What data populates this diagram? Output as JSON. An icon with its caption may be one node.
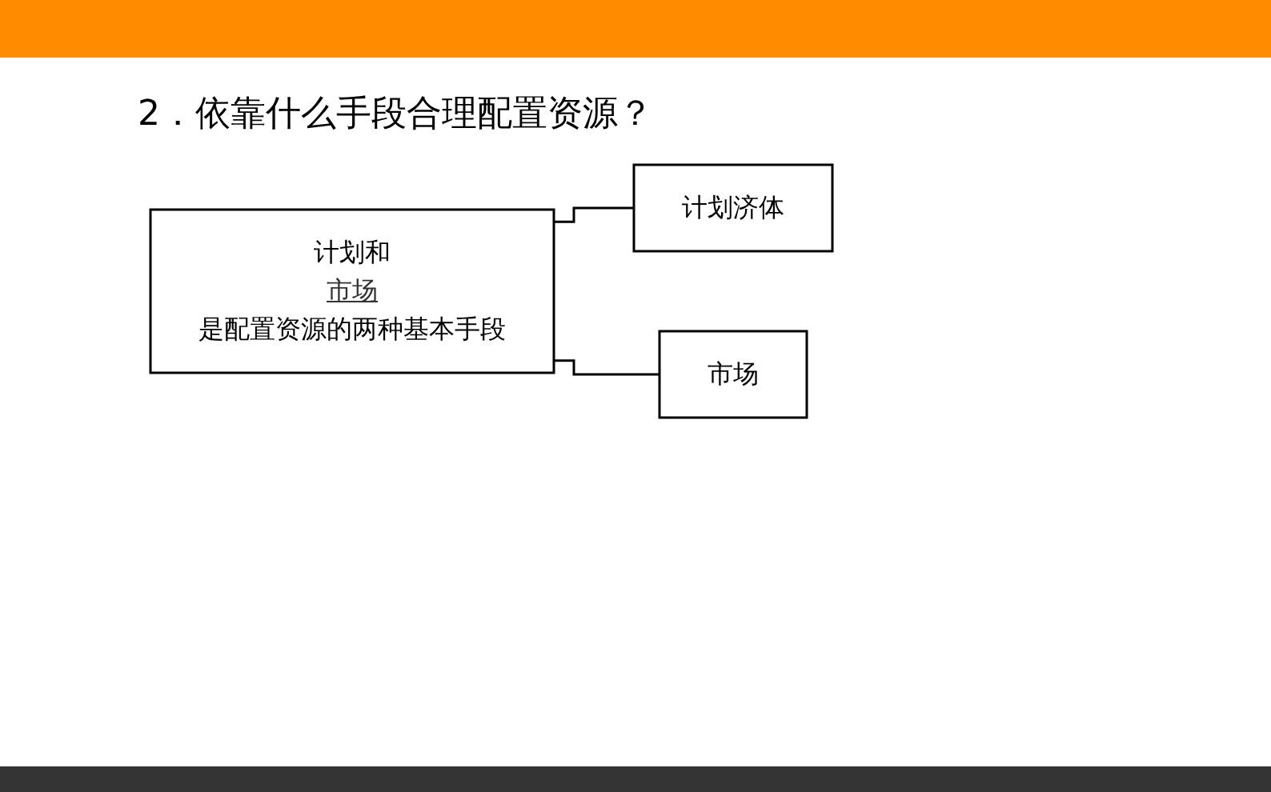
{
  "diagram": {
    "title": "2．依靠什么手段合理配置资源？",
    "nodes": [
      {
        "text": [
          "计划和",
          "市场",
          "是配置资源的两种基本手段"
        ]
      },
      {
        "text": [
          "计划济体"
        ]
      },
      {
        "text": [
          "市场"
        ]
      }
    ],
    "edges": [
      {
        "from": 0,
        "to": 1,
        "arrow": "none"
      },
      {
        "from": 0,
        "to": 2,
        "arrow": "none"
      }
    ]
  }
}
